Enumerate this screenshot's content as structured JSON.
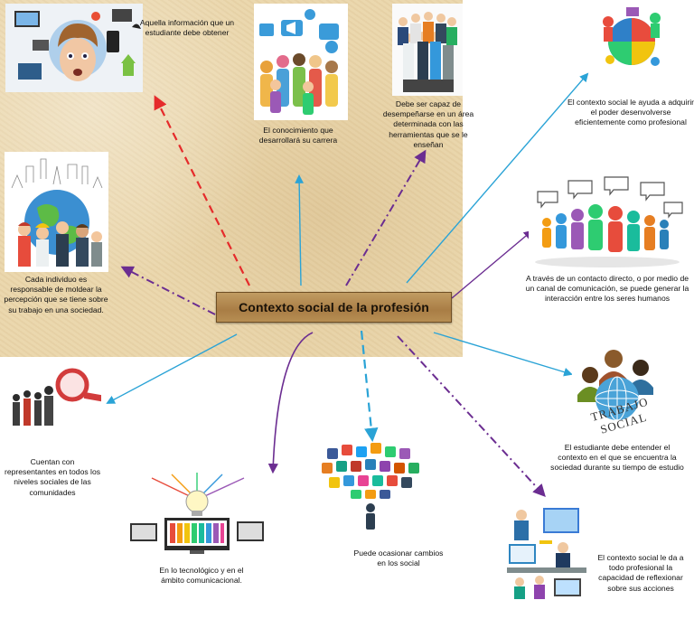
{
  "central": {
    "title": "Contexto social de la profesión"
  },
  "nodes": {
    "information": "Aquella información que un estudiante debe obtener",
    "knowledge": "El conocimiento que desarrollará su carrera",
    "perform": "Debe ser capaz de desempeñarse en un área determinada con las herramientas que se le enseñan",
    "power": "El contexto social le ayuda a adquirir el poder desenvolverse eficientemente como profesional",
    "interaction": "A través de un contacto directo, o por medio de un canal de comunicación, se puede generar la interacción entre los seres humanos",
    "responsible": "Cada individuo es responsable de moldear la percepción que se tiene sobre su trabajo en una sociedad.",
    "representatives": "Cuentan con representantes en todos los niveles sociales de las comunidades",
    "technology": "En lo tecnológico y en el ámbito comunicacional.",
    "changes": "Puede ocasionar cambios en los social",
    "student": "El estudiante debe entender el contexto en el que se encuentra la sociedad durante su tiempo de estudio",
    "reflect": "El contexto social le da a todo profesional la capacidad de reflexionar sobre sus acciones"
  },
  "logo_text": "TRABAJO SOCIAL",
  "colors": {
    "red": "#e52b2b",
    "cyan": "#2aa3d6",
    "purple": "#6b2d91",
    "paper": "#ead6ab",
    "central_box": "#b08449"
  }
}
